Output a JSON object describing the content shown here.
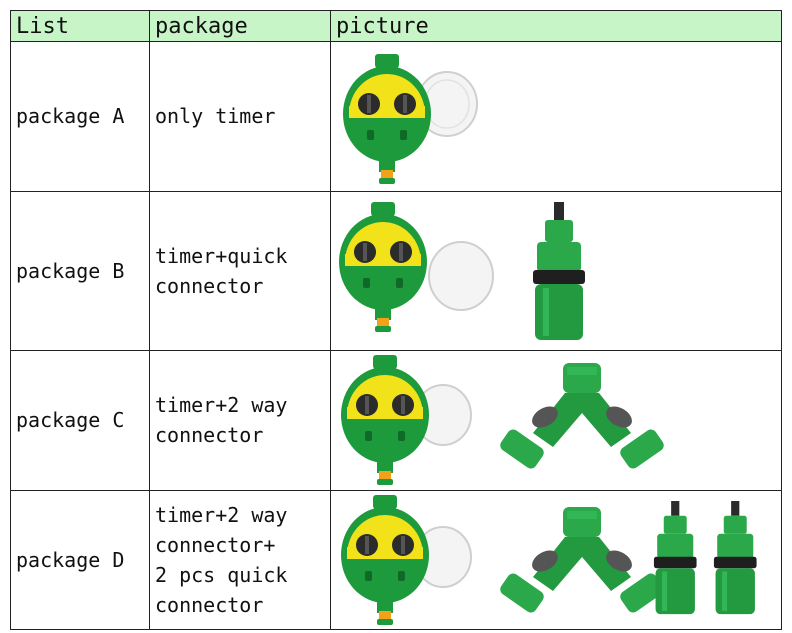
{
  "headers": {
    "list": "List",
    "package": "package",
    "picture": "picture"
  },
  "rows": [
    {
      "list": "package A",
      "lines": [
        "only timer"
      ]
    },
    {
      "list": "package B",
      "lines": [
        "timer+quick",
        "connector"
      ]
    },
    {
      "list": "package C",
      "lines": [
        "timer+2 way",
        "connector"
      ]
    },
    {
      "list": "package D",
      "lines": [
        "timer+2 way",
        "connector+",
        "2 pcs quick",
        "connector"
      ]
    }
  ],
  "colors": {
    "header_bg": "#c8f5c8",
    "timer_green": "#1d9a3c",
    "timer_yellow": "#f2e21a",
    "knob_dark": "#2b2b2b",
    "connector_green": "#2aa84a"
  },
  "icons": [
    "water-timer-icon",
    "quick-connector-icon",
    "two-way-connector-icon"
  ]
}
